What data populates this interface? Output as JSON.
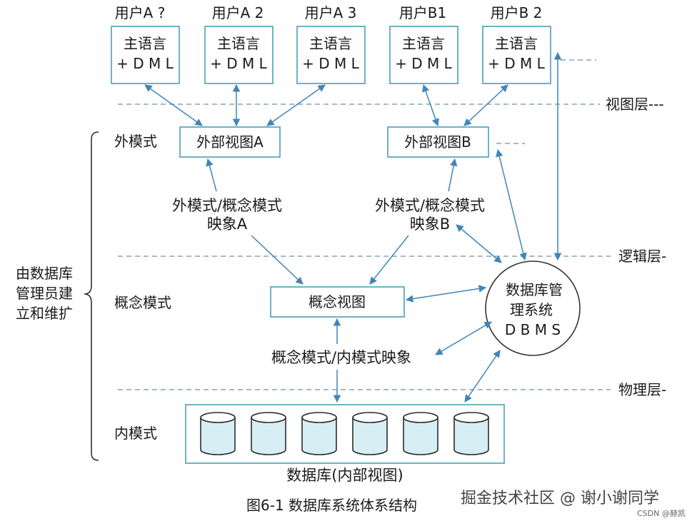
{
  "users": [
    {
      "title": "用户A ?",
      "lang": "主语言",
      "dml": "+ D M L"
    },
    {
      "title": "用户A 2",
      "lang": "主语言",
      "dml": "+ D M L"
    },
    {
      "title": "用户A 3",
      "lang": "主语言",
      "dml": "+ D M L"
    },
    {
      "title": "用户B1",
      "lang": "主语言",
      "dml": "+ D M L"
    },
    {
      "title": "用户B 2",
      "lang": "主语言",
      "dml": "+ D M L"
    }
  ],
  "layers": {
    "view": "视图层---",
    "logic": "逻辑层-",
    "physical": "物理层-"
  },
  "schema_labels": {
    "external": "外模式",
    "conceptual": "概念模式",
    "internal": "内模式"
  },
  "maintained_by": [
    "由数据库",
    "管理员建",
    "立和维扩"
  ],
  "external_view_a": "外部视图A",
  "external_view_b": "外部视图B",
  "mapping_a": [
    "外模式/概念模式",
    "映象A"
  ],
  "mapping_b": [
    "外模式/概念模式",
    "映象B"
  ],
  "conceptual_view": "概念视图",
  "dbms": [
    "数据库管",
    "理系统",
    "D B M S"
  ],
  "conceptual_internal_mapping": "概念模式/内模式映象",
  "database_caption": "数据库(内部视图)",
  "figure_caption": "图6-1    数据库系统体系结构",
  "watermark": "掘金技术社区 @ 谢小谢同学",
  "csdn_mark": "CSDN @赫凯",
  "colors": {
    "box_border": "#4aa0b8",
    "arrow": "#3f86b8",
    "cylinder_fill": "#d6eef4",
    "cylinder_stroke": "#2c2c2c",
    "dashed": "#6f8fa8"
  }
}
